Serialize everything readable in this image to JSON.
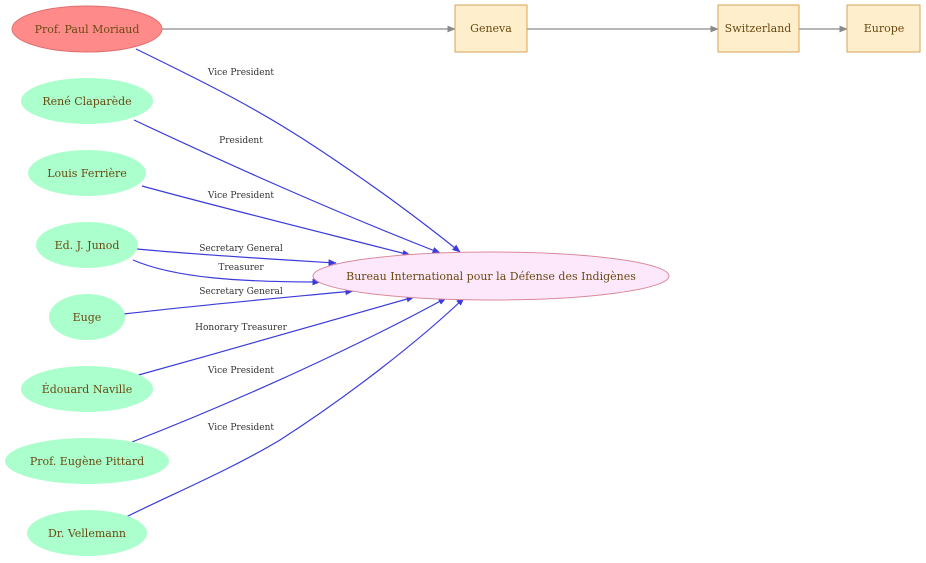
{
  "nodes": {
    "moriaud": {
      "label": "Prof. Paul Moriaud",
      "fill": "#ff8a8a",
      "stroke": "#e07070"
    },
    "claparede": {
      "label": "René Claparède"
    },
    "ferriere": {
      "label": "Louis Ferrière"
    },
    "junod": {
      "label": "Ed. J. Junod"
    },
    "euge": {
      "label": "Euge"
    },
    "naville": {
      "label": "Édouard Naville"
    },
    "pittard": {
      "label": "Prof. Eugène Pittard"
    },
    "vellemann": {
      "label": "Dr. Vellemann"
    },
    "bureau": {
      "label": "Bureau International pour la Défense des Indigènes",
      "fill": "#fde8fb",
      "stroke": "#d88a9a"
    },
    "geneva": {
      "label": "Geneva"
    },
    "switzerland": {
      "label": "Switzerland"
    },
    "europe": {
      "label": "Europe"
    }
  },
  "edges": {
    "moriaud_role": "Vice President",
    "claparede_role": "President",
    "ferriere_role": "Vice President",
    "junod_role1": "Secretary General",
    "junod_role2": "Treasurer",
    "euge_role": "Secretary General",
    "naville_role": "Honorary Treasurer",
    "pittard_role": "Vice President",
    "vellemann_role": "Vice President"
  },
  "colors": {
    "person_fill": "#aaffcc",
    "place_fill": "#ffeecc",
    "place_stroke": "#d6a45a",
    "edge_blue": "#3b3bdc",
    "edge_grey": "#8a8a8a"
  }
}
